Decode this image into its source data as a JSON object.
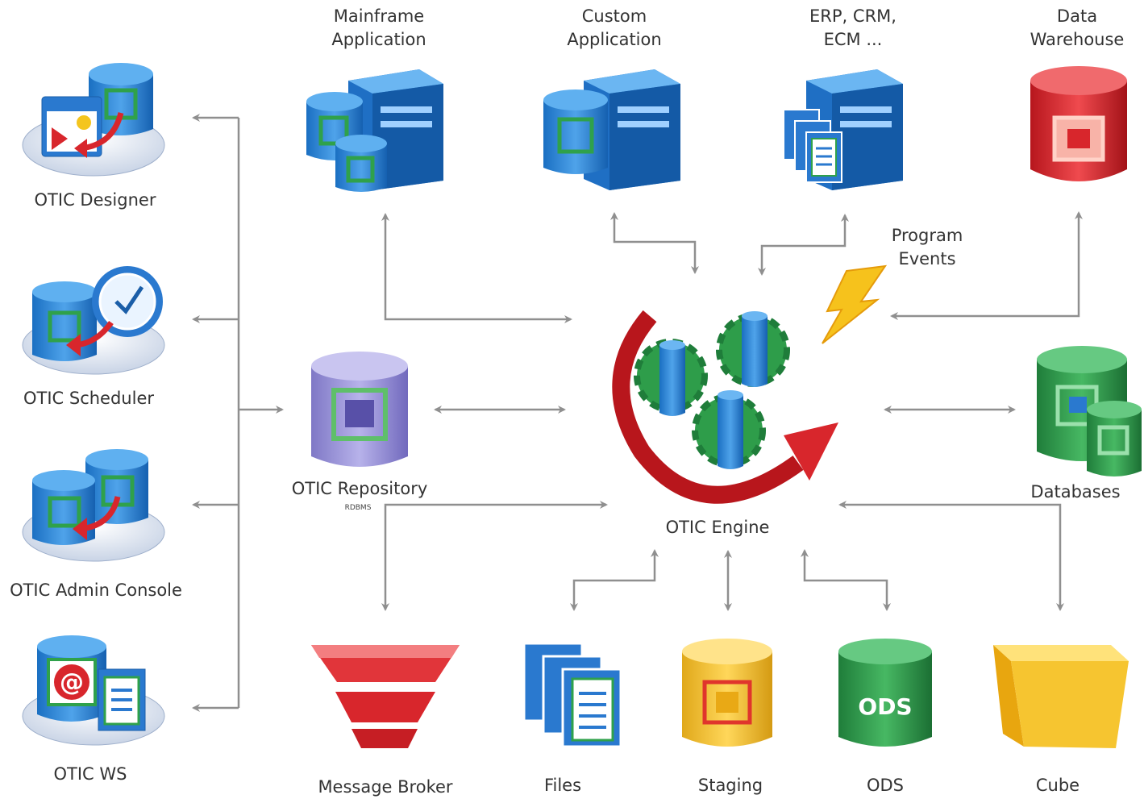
{
  "labels": {
    "mainframe": "Mainframe\nApplication",
    "custom": "Custom\nApplication",
    "erp": "ERP, CRM,\nECM ...",
    "warehouse": "Data\nWarehouse",
    "designer": "OTIC Designer",
    "scheduler": "OTIC Scheduler",
    "admin": "OTIC Admin Console",
    "ws": "OTIC WS",
    "repository": "OTIC Repository",
    "repository_sub": "RDBMS",
    "engine": "OTIC Engine",
    "program_events": "Program\nEvents",
    "databases": "Databases",
    "broker": "Message Broker",
    "files": "Files",
    "staging": "Staging",
    "ods": "ODS",
    "ods_badge": "ODS",
    "cube": "Cube"
  },
  "icons": {
    "designer": "designer-tool-icon",
    "scheduler": "scheduler-clock-icon",
    "admin": "admin-console-icon",
    "ws": "web-service-email-icon",
    "mainframe": "mainframe-server-icon",
    "custom": "custom-server-icon",
    "erp": "erp-server-documents-icon",
    "warehouse": "data-warehouse-cylinder-icon",
    "repository": "repository-cylinder-icon",
    "engine": "engine-gears-icon",
    "bolt": "lightning-bolt-icon",
    "databases": "databases-cylinders-icon",
    "broker": "message-broker-funnel-icon",
    "files": "files-stack-icon",
    "staging": "staging-cylinder-icon",
    "ods": "ods-cylinder-icon",
    "cube": "cube-icon"
  },
  "colors": {
    "connector": "#8f8f8f",
    "blue": "#1f7fd6",
    "green": "#2e9d4a",
    "red": "#d8262c",
    "purple": "#9a93d8",
    "yellow": "#f2c230",
    "text": "#333333"
  }
}
